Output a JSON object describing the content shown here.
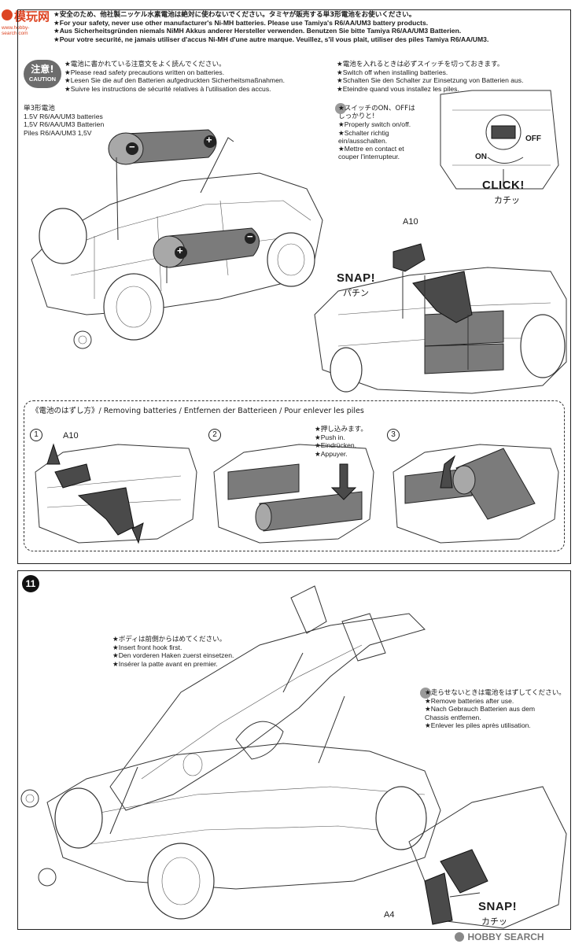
{
  "watermark_top": {
    "logo_cn": "模玩网",
    "url": "www.hobby-search.com"
  },
  "top_warning": [
    "★安全のため、他社製ニッケル水素電池は絶対に使わないでください。タミヤが販売する単3形電池をお使いください。",
    "★For your safety, never use other manufacturer's Ni-MH batteries. Please use Tamiya's R6/AA/UM3 battery products.",
    "★Aus Sicherheitsgründen niemals NiMH Akkus anderer Hersteller verwenden. Benutzen Sie bitte Tamiya R6/AA/UM3 Batterien.",
    "★Pour votre securité, ne jamais utiliser d'accus Ni-MH d'une autre marque. Veuillez, s'il vous plait, utiliser des piles Tamiya R6/AA/UM3."
  ],
  "caution_badge": {
    "jp": "注意!",
    "en": "CAUTION"
  },
  "caution_text": [
    "★電池に書かれている注意文をよく読んでください。",
    "★Please read safety precautions written on batteries.",
    "★Lesen Sie die auf den Batterien aufgedruckten Sicherheitsmaßnahmen.",
    "★Suivre les instructions de sécurité relatives à l'utilisation des accus."
  ],
  "switch_text": [
    "★電池を入れるときは必ずスイッチを切っておきます。",
    "★Switch off when installing batteries.",
    "★Schalten Sie den Schalter zur Einsetzung von Batterien aus.",
    "★Eteindre quand vous installez les piles."
  ],
  "battery_label": [
    "単3形電池",
    "1.5V R6/AA/UM3 batteries",
    "1,5V R6/AA/UM3 Batterien",
    "Piles R6/AA/UM3 1,5V"
  ],
  "switch_note": [
    "★スイッチのON、OFFは",
    "しっかりと!",
    "★Properly switch on/off.",
    "★Schalter richtig",
    "ein/ausschalten.",
    "★Mettre en contact et",
    "couper l'interrupteur."
  ],
  "switch_labels": {
    "on": "ON",
    "off": "OFF",
    "click": "CLICK!",
    "click_jp": "カチッ"
  },
  "battery_symbols": {
    "minus": "−",
    "plus": "+"
  },
  "part_a10": "A10",
  "snap1": {
    "en": "SNAP!",
    "jp": "パチン"
  },
  "removing": {
    "title": "《電池のはずし方》/ Removing batteries / Entfernen der Batterieen / Pour enlever les piles",
    "steps": [
      "1",
      "2",
      "3"
    ],
    "part_label": "A10",
    "push_text": [
      "★押し込みます。",
      "★Push in.",
      "★Eindrücken.",
      "★Appuyer."
    ]
  },
  "step11": {
    "number": "11",
    "body_text": [
      "★ボディは前側からはめてください。",
      "★Insert front hook first.",
      "★Den vorderen Haken zuerst einsetzen.",
      "★Insérer la patte avant en premier."
    ],
    "remove_text": [
      "★走らせないときは電池をはずしてください。",
      "★Remove batteries after use.",
      "★Nach Gebrauch Batterien aus dem",
      "Chassis entfernen.",
      "★Enlever les piles après utilisation."
    ],
    "part_a4": "A4",
    "snap2": {
      "en": "SNAP!",
      "jp": "カチッ"
    }
  },
  "watermark_bottom": "HOBBY SEARCH"
}
